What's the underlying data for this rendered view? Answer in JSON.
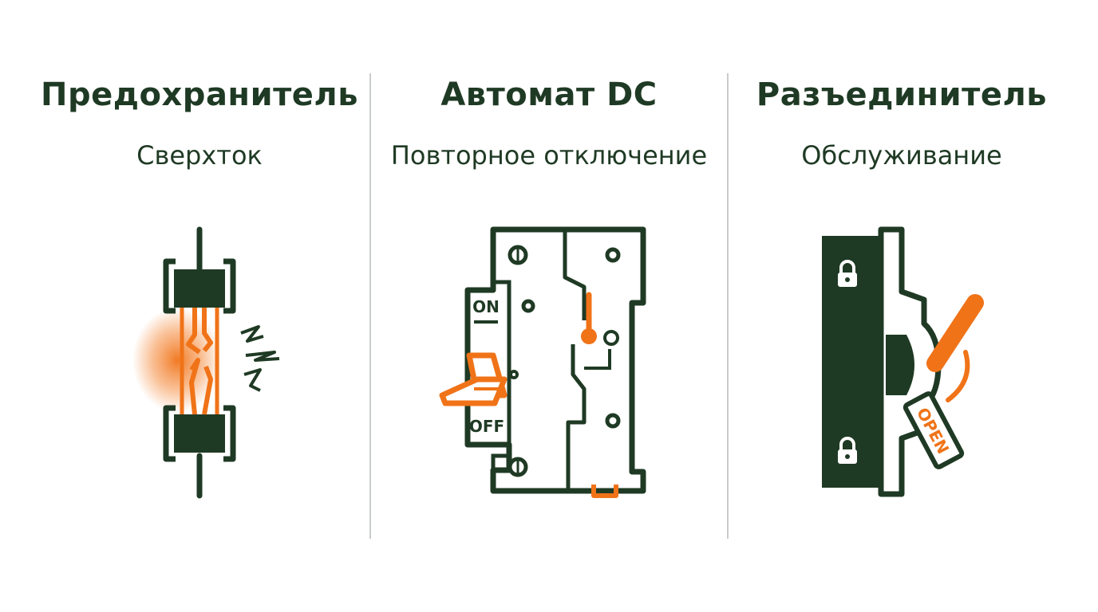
{
  "colors": {
    "primary": "#1f3a24",
    "accent": "#f07318",
    "divider": "#c9cdca",
    "background": "#ffffff"
  },
  "panels": [
    {
      "title": "Предохранитель",
      "subtitle": "Сверхток",
      "icon": "fuse-icon"
    },
    {
      "title": "Автомат DC",
      "subtitle": "Повторное отключение",
      "icon": "circuit-breaker-icon",
      "on_label": "ON",
      "off_label": "OFF"
    },
    {
      "title": "Разъединитель",
      "subtitle": "Обслуживание",
      "icon": "disconnector-icon",
      "open_label": "OPEN"
    }
  ]
}
